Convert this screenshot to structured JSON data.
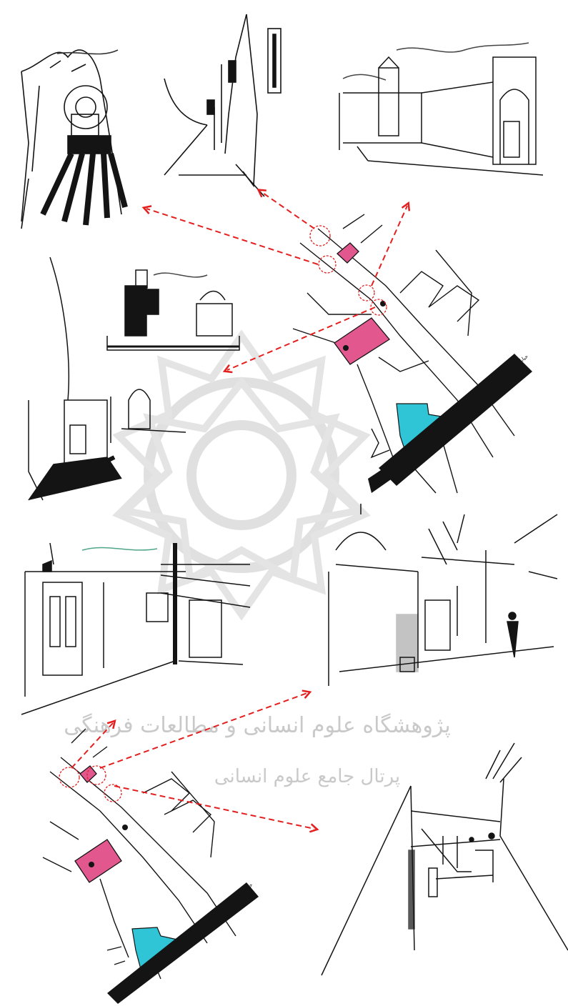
{
  "watermark": {
    "line1": "پژوهشگاه علوم انسانی و مطالعات فرهنگی",
    "line2": "پرتال جامع علوم انسانی"
  },
  "map_labels": {
    "street_top": "خیابان",
    "street_bottom": "خیابان"
  },
  "colors": {
    "ink": "#141414",
    "arrow": "#e41f1f",
    "pink": "#e3578f",
    "cyan": "#2fc4d6",
    "watermark": "#cfcfcf",
    "teal_hatch": "#4fa58a"
  },
  "panels": [
    "sketch-top-left-interior",
    "sketch-top-middle-alley",
    "sketch-top-right-courtyard",
    "sketch-middle-left-section",
    "map-top",
    "sketch-bottom-left-street",
    "sketch-bottom-right-street",
    "map-bottom",
    "sketch-bottom-right-alley"
  ]
}
